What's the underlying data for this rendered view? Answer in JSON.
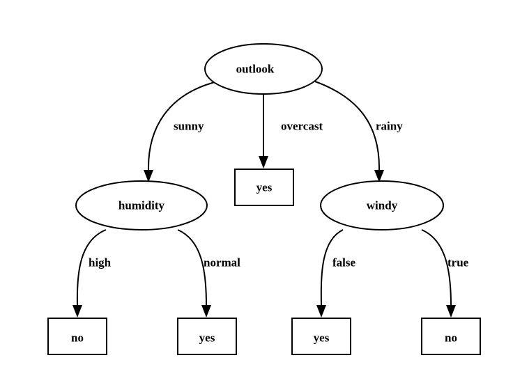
{
  "tree": {
    "root": "outlook",
    "nodes": {
      "outlook": {
        "label": "outlook",
        "kind": "decision"
      },
      "humidity": {
        "label": "humidity",
        "kind": "decision"
      },
      "yes_overcast": {
        "label": "yes",
        "kind": "leaf"
      },
      "windy": {
        "label": "windy",
        "kind": "decision"
      },
      "no_high": {
        "label": "no",
        "kind": "leaf"
      },
      "yes_normal": {
        "label": "yes",
        "kind": "leaf"
      },
      "yes_false": {
        "label": "yes",
        "kind": "leaf"
      },
      "no_true": {
        "label": "no",
        "kind": "leaf"
      }
    },
    "edges": [
      {
        "from": "outlook",
        "to": "humidity",
        "label": "sunny"
      },
      {
        "from": "outlook",
        "to": "yes_overcast",
        "label": "overcast"
      },
      {
        "from": "outlook",
        "to": "windy",
        "label": "rainy"
      },
      {
        "from": "humidity",
        "to": "no_high",
        "label": "high"
      },
      {
        "from": "humidity",
        "to": "yes_normal",
        "label": "normal"
      },
      {
        "from": "windy",
        "to": "yes_false",
        "label": "false"
      },
      {
        "from": "windy",
        "to": "no_true",
        "label": "true"
      }
    ]
  }
}
